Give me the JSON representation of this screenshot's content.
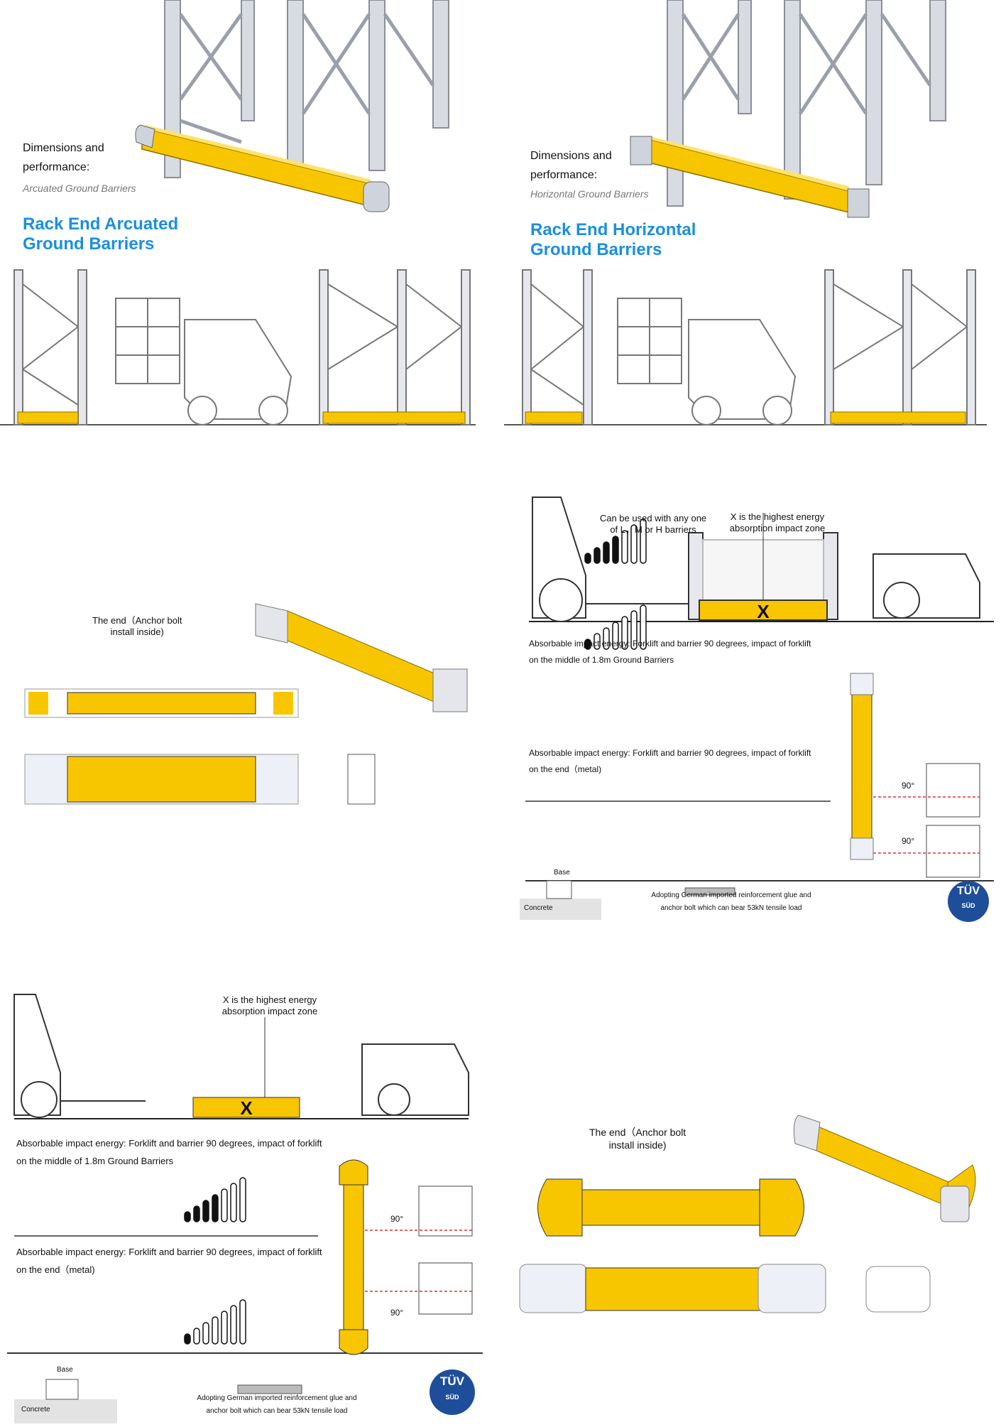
{
  "panels": {
    "arcuated": {
      "dim_line1": "Dimensions and",
      "dim_line2": "performance:",
      "subtitle": "Arcuated Ground Barriers",
      "title_line1": "Rack End Arcuated",
      "title_line2": "Ground Barriers"
    },
    "horizontal": {
      "dim_line1": "Dimensions and",
      "dim_line2": "performance:",
      "subtitle": "Horizontal Ground Barriers",
      "title_line1": "Rack End Horizontal",
      "title_line2": "Ground Barriers"
    },
    "horizontal_views": {
      "end_label_line1": "The end（Anchor bolt",
      "end_label_line2": "install inside)"
    },
    "impact_a": {
      "usage_line1": "Can be used with any one",
      "usage_line2": "of L，M or H barriers",
      "x_line1": "X  is the highest energy",
      "x_line2": "absorption impact zone",
      "energy_middle_line1": "Absorbable impact energy: Forklift and barrier 90 degrees, impact of forklift",
      "energy_middle_line2": "on the middle of 1.8m Ground Barriers",
      "energy_end_line1": "Absorbable impact energy: Forklift and barrier 90 degrees, impact of forklift",
      "energy_end_line2": "on the end（metal)",
      "angle_top": "90°",
      "angle_bottom": "90°",
      "base_label": "Base",
      "concrete_label": "Concrete",
      "anchor_line1": "Adopting German imported reinforcement glue and",
      "anchor_line2": "anchor bolt which can bear 53kN tensile load",
      "cert_text": "TÜV",
      "cert_sub": "SÜD",
      "energy_middle_bars": [
        1,
        2,
        3,
        4,
        5,
        6,
        7
      ],
      "energy_end_bars": [
        1,
        2,
        3,
        4,
        5,
        6,
        7
      ],
      "energy_middle_filled": 4,
      "energy_end_filled": 1
    },
    "impact_b": {
      "x_line1": "X  is the highest energy",
      "x_line2": "absorption impact zone",
      "energy_middle_line1": "Absorbable impact energy: Forklift and barrier 90 degrees, impact of forklift",
      "energy_middle_line2": "on the middle of 1.8m Ground Barriers",
      "energy_end_line1": "Absorbable impact energy: Forklift and barrier 90 degrees, impact of forklift",
      "energy_end_line2": "on the end（metal)",
      "angle_top": "90°",
      "angle_bottom": "90°",
      "base_label": "Base",
      "concrete_label": "Concrete",
      "anchor_line1": "Adopting German imported reinforcement glue and",
      "anchor_line2": "anchor bolt which can bear 53kN tensile load",
      "cert_text": "TÜV",
      "cert_sub": "SÜD",
      "energy_middle_filled": 4,
      "energy_end_filled": 1
    },
    "arcuated_views": {
      "end_label_line1": "The end（Anchor bolt",
      "end_label_line2": "install inside)"
    }
  },
  "colors": {
    "yellow": "#f7c600",
    "yellow_dark": "#d9a400",
    "rack": "#c9ccd4",
    "blue_title": "#1a8fe0",
    "red_dashed": "#e03030",
    "tuv_blue": "#1e4e9a",
    "arrow_orange": "#f5a623"
  }
}
